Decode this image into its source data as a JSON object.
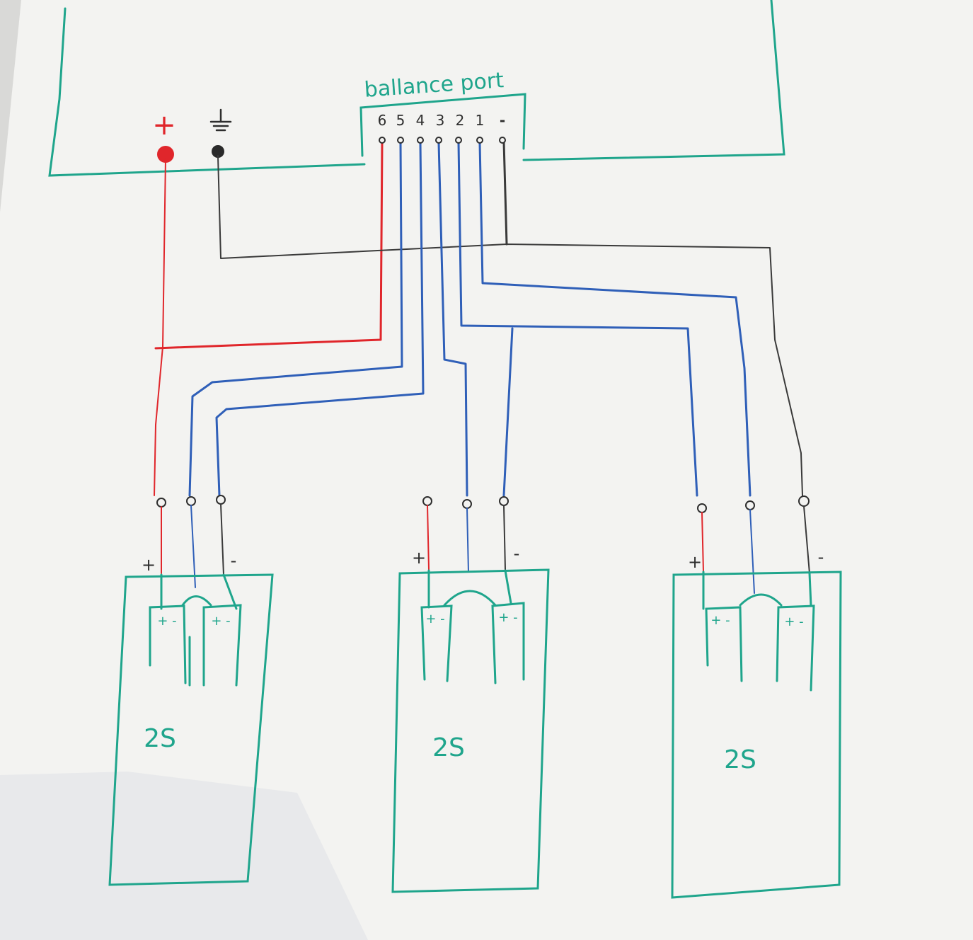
{
  "colors": {
    "paper": "#f3f3f1",
    "pen_teal": "#1fa58c",
    "wire_red": "#e0262b",
    "wire_blue": "#2f5fb8",
    "wire_black": "#3a3a3a",
    "shadow": "#c8cdd6"
  },
  "charger": {
    "positive_symbol": "+",
    "ground_symbol_icon": "ground-icon",
    "balance_label": "ballance port",
    "balance_pins": [
      "6",
      "5",
      "4",
      "3",
      "2",
      "1",
      "-"
    ]
  },
  "packs": [
    {
      "label": "2S",
      "plus": "+",
      "minus": "-",
      "cell_marks": [
        "+ -",
        "+ -"
      ]
    },
    {
      "label": "2S",
      "plus": "+",
      "minus": "-",
      "cell_marks": [
        "+ -",
        "+ -"
      ]
    },
    {
      "label": "2S",
      "plus": "+",
      "minus": "-",
      "cell_marks": [
        "+ -",
        "+ -"
      ]
    }
  ]
}
